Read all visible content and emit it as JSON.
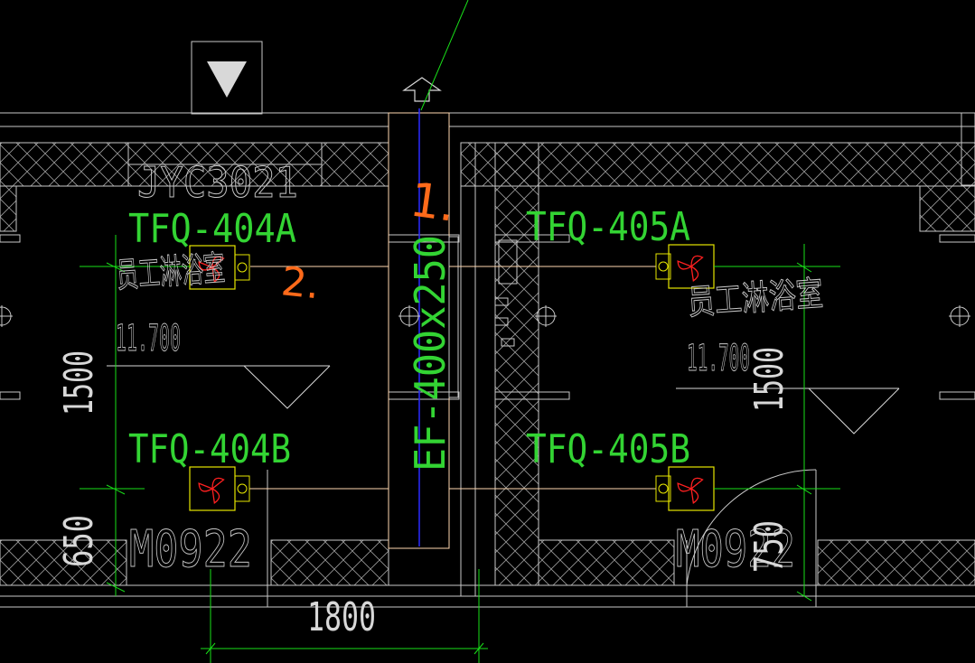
{
  "colors": {
    "background": "#000000",
    "wall_line": "#c8c8c8",
    "dimension": "#19e019",
    "equipment_label": "#33d433",
    "fan_box": "#e6e600",
    "fan_blade": "#ff2020",
    "duct": "#ffd9b0",
    "shaft_center": "#2a2aff",
    "markup": "#ff6a1a"
  },
  "labels": {
    "fan_404a": "TFQ-404A",
    "fan_404b": "TFQ-404B",
    "fan_405a": "TFQ-405A",
    "fan_405b": "TFQ-405B",
    "room_left": "员工淋浴室",
    "room_right": "员工淋浴室",
    "window_tag": "JYC3021",
    "level_left": "11.700",
    "level_right": "11.700",
    "door_left": "M0922",
    "door_right": "M0922",
    "duct_tag": "EF-400x250"
  },
  "dimensions": {
    "width_bottom": "1800",
    "height_left_upper": "1500",
    "height_left_lower": "650",
    "height_right_upper": "1500",
    "height_right_lower": "750"
  },
  "markups": {
    "mark_1": "1.",
    "mark_2": "2."
  },
  "icons": {
    "level_marker": "triangle-down-icon",
    "fan": "fan-icon",
    "column": "column-grid-icon",
    "flow_arrow": "arrow-up-icon"
  }
}
